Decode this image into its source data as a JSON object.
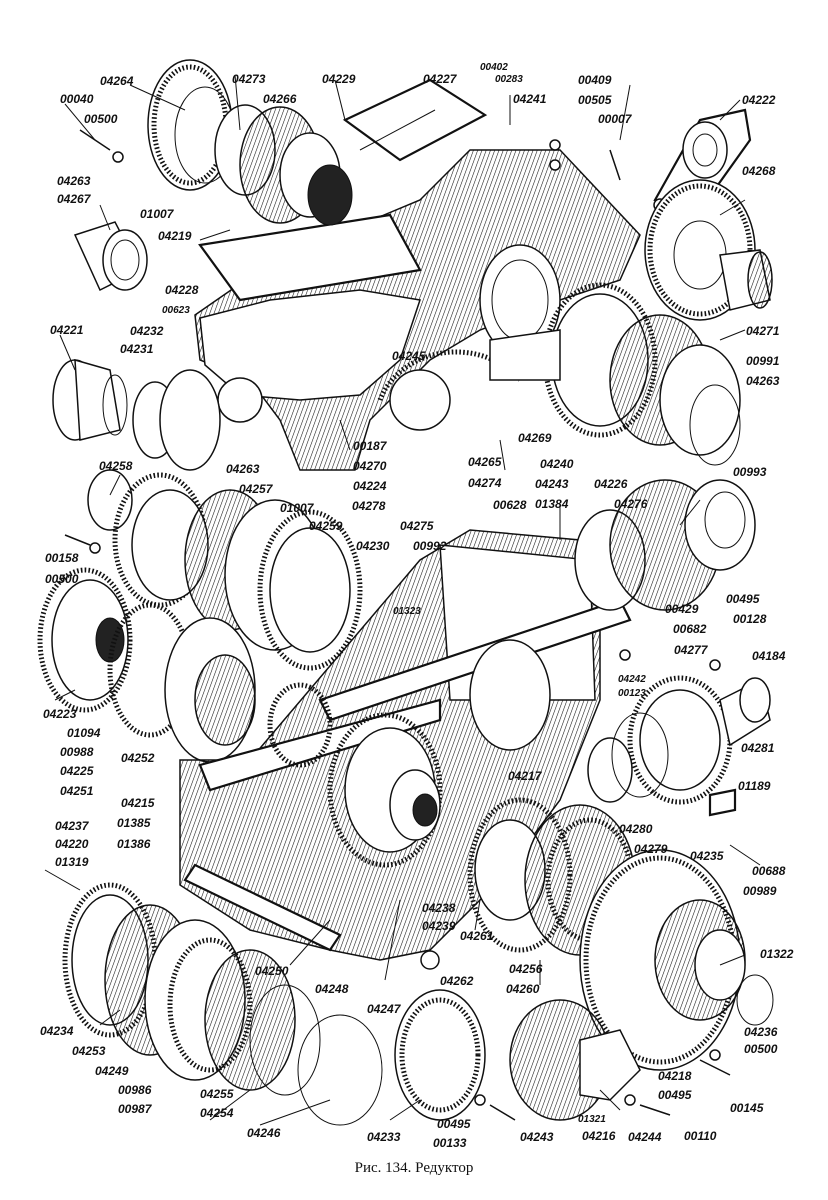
{
  "caption": "Рис. 134. Редуктор",
  "labels": {
    "l00040": "00040",
    "l00500a": "00500",
    "l04264": "04264",
    "l04273": "04273",
    "l04266": "04266",
    "l04229": "04229",
    "l04227": "04227",
    "l00402": "00402",
    "l00283": "00283",
    "l04241": "04241",
    "l00409": "00409",
    "l00505": "00505",
    "l00007": "00007",
    "l04222": "04222",
    "l04268": "04268",
    "l04263a": "04263",
    "l04267": "04267",
    "l01007a": "01007",
    "l04219": "04219",
    "l04228": "04228",
    "l00623": "00623",
    "l04221": "04221",
    "l04232": "04232",
    "l04231": "04231",
    "l04245": "04245",
    "l04271": "04271",
    "l00991": "00991",
    "l04263b": "04263",
    "l00187": "00187",
    "l04270": "04270",
    "l04224": "04224",
    "l04265": "04265",
    "l04269": "04269",
    "l04240": "04240",
    "l04274": "04274",
    "l00628": "00628",
    "l04243a": "04243",
    "l01384": "01384",
    "l04226": "04226",
    "l04276": "04276",
    "l00993": "00993",
    "l04258": "04258",
    "l04263c": "04263",
    "l04257": "04257",
    "l01007b": "01007",
    "l04278": "04278",
    "l04259": "04259",
    "l04275": "04275",
    "l04230": "04230",
    "l00992": "00992",
    "l00158": "00158",
    "l00500b": "00500",
    "l01323": "01323",
    "l00495a": "00495",
    "l00429": "00429",
    "l00128": "00128",
    "l00682": "00682",
    "l04277": "04277",
    "l04184": "04184",
    "l04242": "04242",
    "l00123": "00123",
    "l04223": "04223",
    "l01094": "01094",
    "l00988": "00988",
    "l04225": "04225",
    "l04251": "04251",
    "l04252": "04252",
    "l04215": "04215",
    "l01385": "01385",
    "l01386": "01386",
    "l04237": "04237",
    "l04220": "04220",
    "l01319": "01319",
    "l04217": "04217",
    "l04281": "04281",
    "l01189": "01189",
    "l04280": "04280",
    "l04279": "04279",
    "l04235": "04235",
    "l00688": "00688",
    "l00989": "00989",
    "l04238": "04238",
    "l04239": "04239",
    "l04250": "04250",
    "l04248": "04248",
    "l04261": "04261",
    "l04262": "04262",
    "l04256": "04256",
    "l04260": "04260",
    "l01322": "01322",
    "l04234": "04234",
    "l04253": "04253",
    "l04247": "04247",
    "l04249": "04249",
    "l00986": "00986",
    "l00987": "00987",
    "l04255": "04255",
    "l04254": "04254",
    "l04246": "04246",
    "l04233": "04233",
    "l00495b": "00495",
    "l00133": "00133",
    "l04243b": "04243",
    "l01321": "01321",
    "l04216": "04216",
    "l04244": "04244",
    "l00110": "00110",
    "l04218": "04218",
    "l00495c": "00495",
    "l04236": "04236",
    "l00500c": "00500",
    "l00145": "00145"
  }
}
